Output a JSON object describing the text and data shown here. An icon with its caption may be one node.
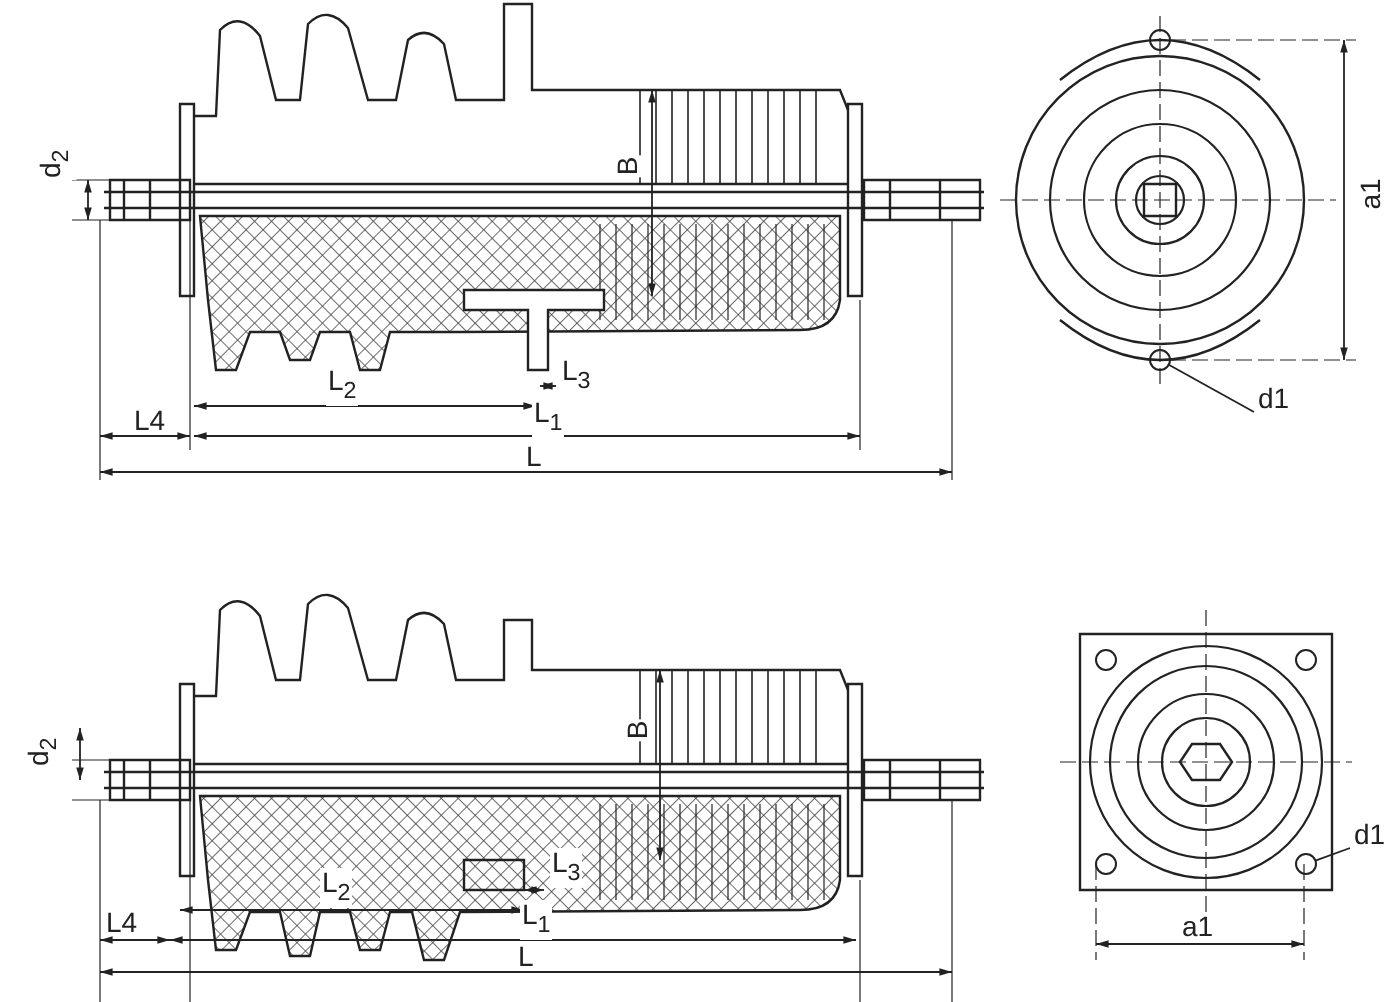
{
  "diagram": {
    "nodes": [
      {
        "text": [
          "d1"
        ]
      },
      {
        "text": [
          "d1"
        ]
      },
      {
        "text": [],
        "shape": "circle"
      },
      {
        "text": [],
        "shape": "circle"
      }
    ],
    "edges": [
      {
        "from": 0,
        "to": 2,
        "arrow": "none"
      },
      {
        "from": 1,
        "to": 3,
        "arrow": "none"
      }
    ],
    "labels": [
      "d$_{2}$",
      "B",
      "a1",
      "L$_{2}$",
      "L$_{3}$",
      "L4",
      "L$_{1}$",
      "L",
      "d$_{2}$",
      "B",
      "L$_{2}$",
      "L$_{3}$",
      "L4",
      "L$_{1}$",
      "a1",
      "L"
    ]
  }
}
